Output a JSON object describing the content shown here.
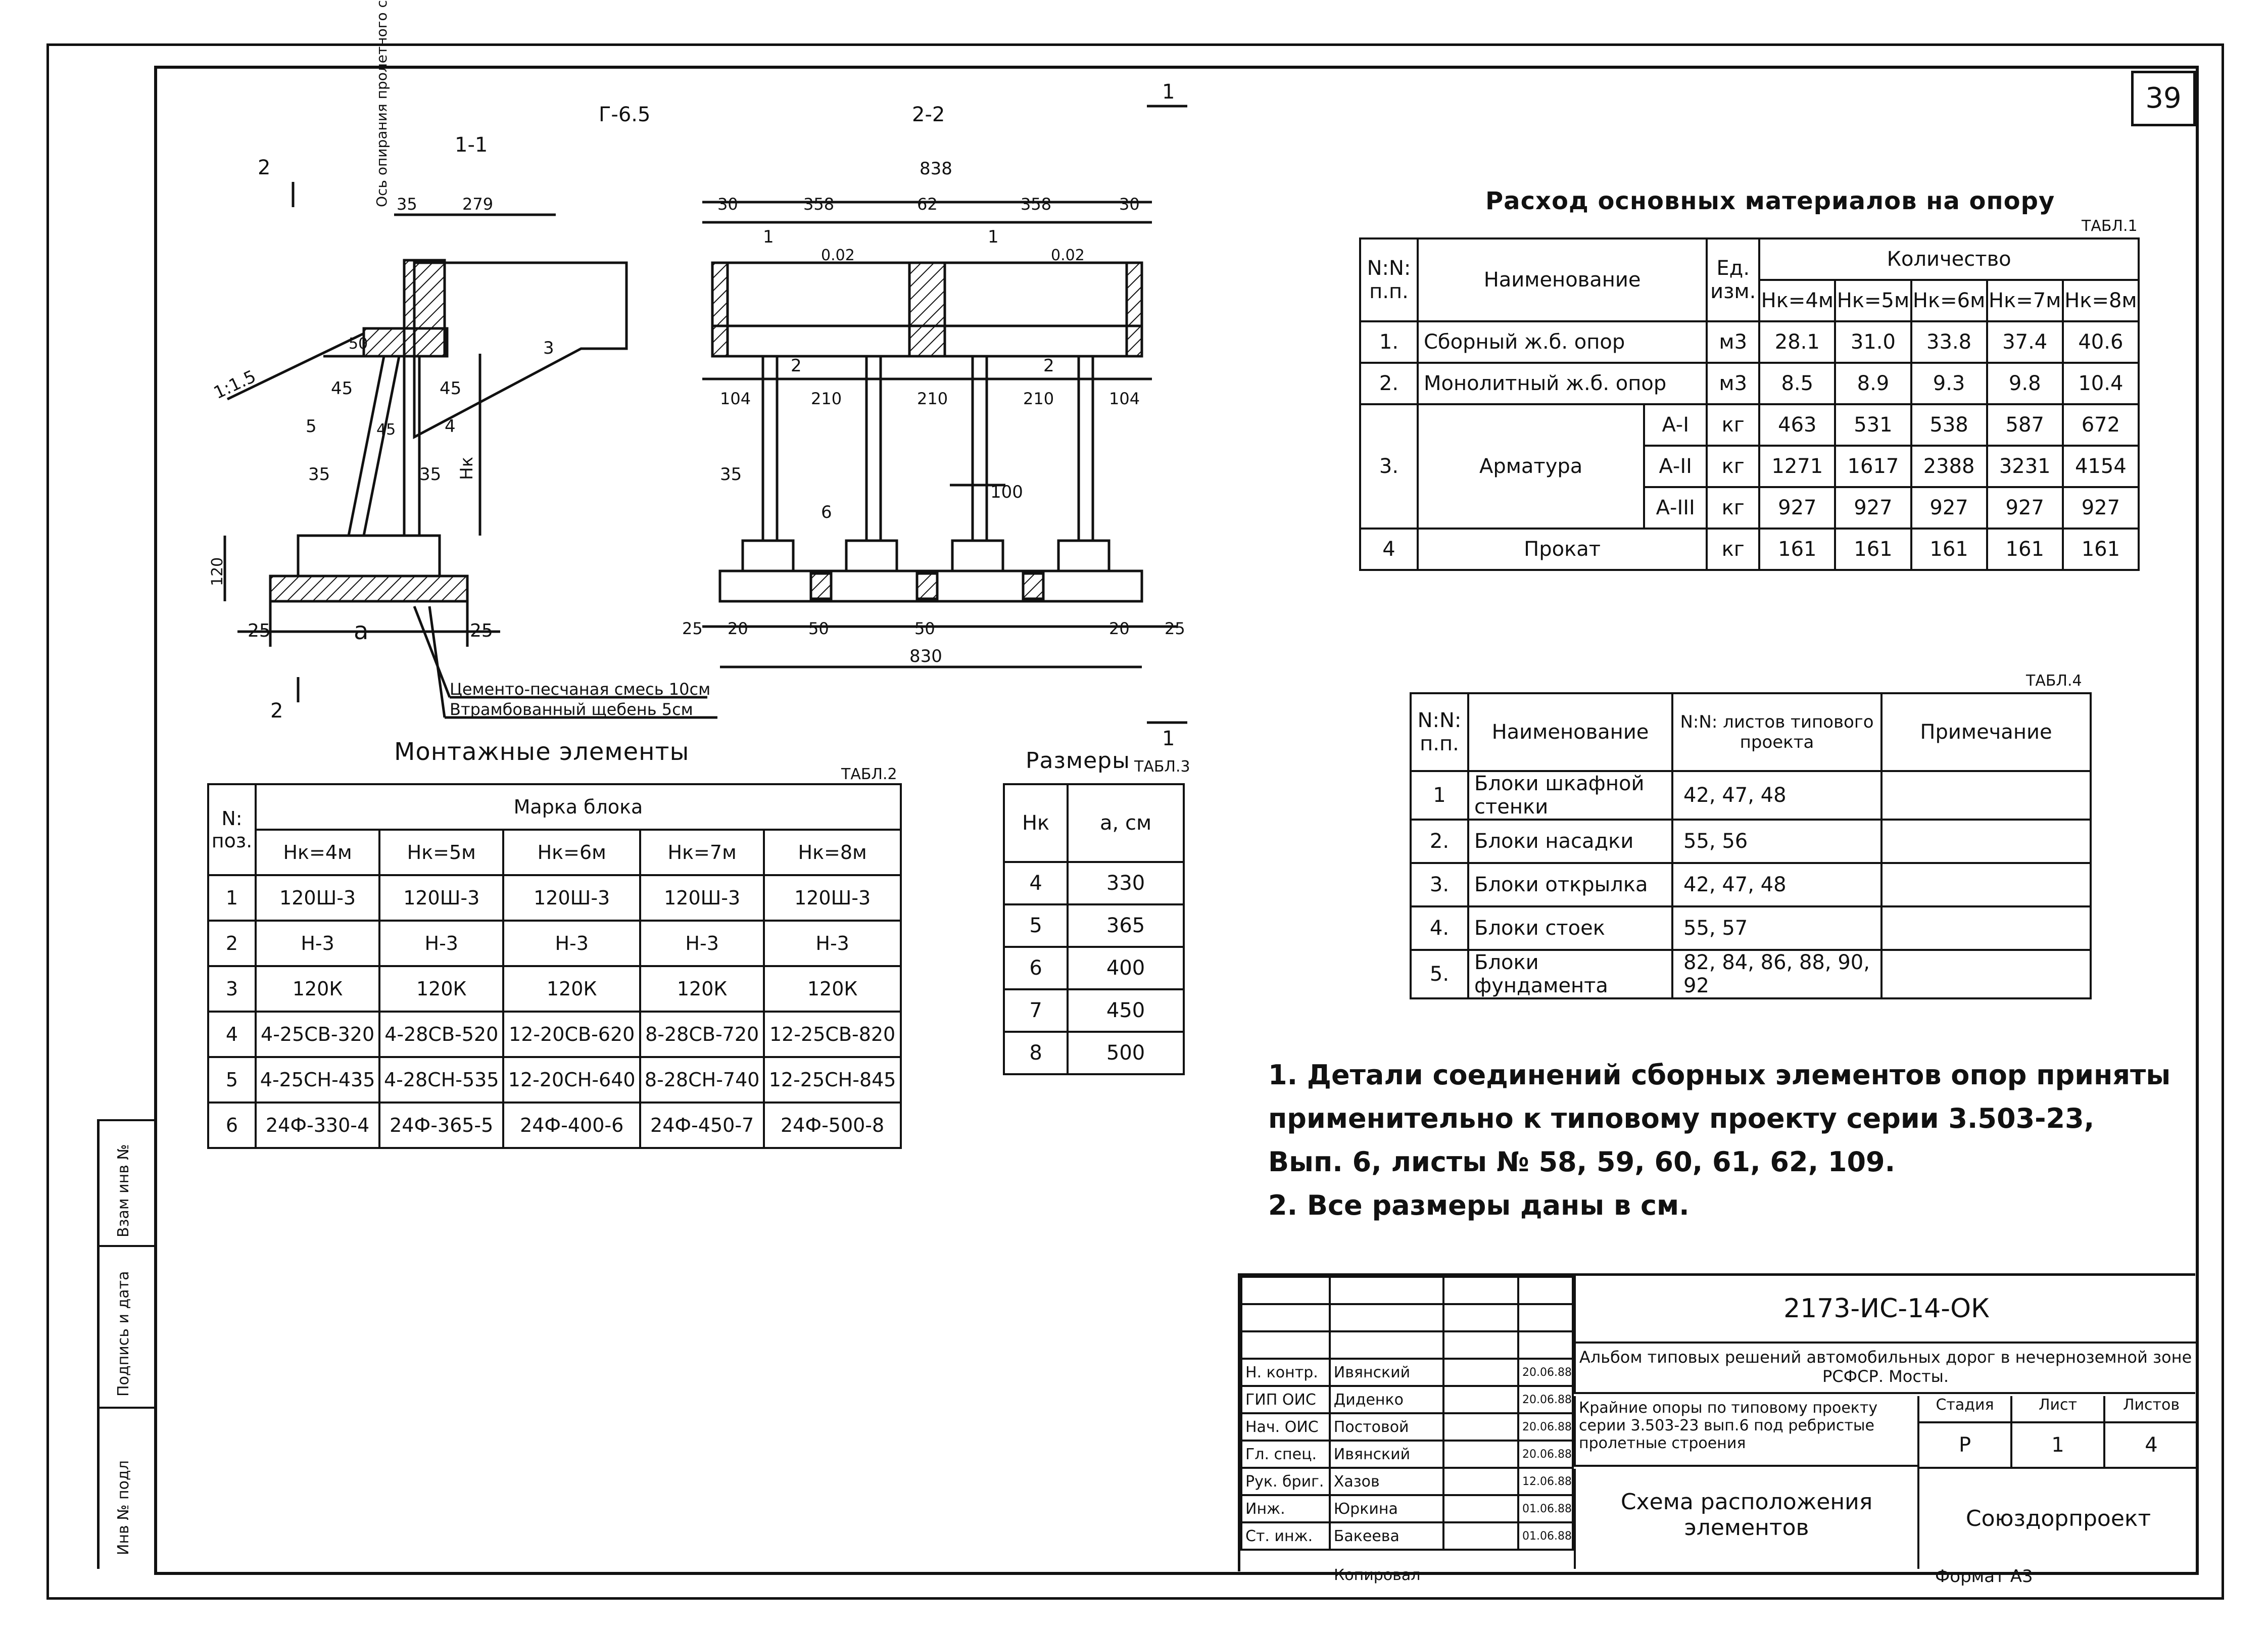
{
  "sheet": {
    "number": "39"
  },
  "drawing": {
    "section_1_1": "1-1",
    "section_g_6_5": "Г-6.5",
    "section_2_2": "2-2",
    "cut_marks": [
      "2",
      "2",
      "1",
      "1"
    ],
    "axis_label": "Ось опирания пролетного строения",
    "slope": "1:1.5",
    "dim_35": "35",
    "dim_279": "279",
    "dim_50": "50",
    "dim_45": "45",
    "dim_45b": "45",
    "dim_45c": "45",
    "dim_35b": "35",
    "dim_35c": "35",
    "dim_hk": "Hк",
    "dim_120": "120",
    "dim_25l": "25",
    "dim_a": "a",
    "dim_25r": "25",
    "label_1": "1",
    "label_3": "3",
    "label_4": "4",
    "label_5": "5",
    "leader_1": "Цементо-песчаная смесь 10см",
    "leader_2": "Втрамбованный щебень 5см",
    "overall_838": "838",
    "top_dims": [
      "30",
      "358",
      "62",
      "358",
      "30"
    ],
    "slope_l": "0.02",
    "slope_r": "0.02",
    "mid_dims": [
      "104",
      "210",
      "210",
      "210",
      "104"
    ],
    "dim_35d": "35",
    "dim_100": "100",
    "bottom_dims": [
      "25",
      "20",
      "50",
      "50",
      "20",
      "25"
    ],
    "overall_830": "830",
    "labels_2_2": [
      "1",
      "1",
      "2",
      "2",
      "6"
    ]
  },
  "table1": {
    "title": "Расход основных материалов на опору",
    "tab_label": "ТАБЛ.1",
    "head": {
      "num": "N:N: п.п.",
      "name": "Наименование",
      "unit": "Ед. изм.",
      "qty": "Количество",
      "cols": [
        "Hк=4м",
        "Hк=5м",
        "Hк=6м",
        "Hк=7м",
        "Hк=8м"
      ]
    },
    "rows": [
      {
        "n": "1.",
        "name": "Сборный ж.б. опор",
        "unit": "м3",
        "v": [
          "28.1",
          "31.0",
          "33.8",
          "37.4",
          "40.6"
        ]
      },
      {
        "n": "2.",
        "name": "Монолитный ж.б. опор",
        "unit": "м3",
        "v": [
          "8.5",
          "8.9",
          "9.3",
          "9.8",
          "10.4"
        ]
      }
    ],
    "armature": {
      "n": "3.",
      "name": "Арматура",
      "rows": [
        {
          "cls": "А-I",
          "unit": "кг",
          "v": [
            "463",
            "531",
            "538",
            "587",
            "672"
          ]
        },
        {
          "cls": "А-II",
          "unit": "кг",
          "v": [
            "1271",
            "1617",
            "2388",
            "3231",
            "4154"
          ]
        },
        {
          "cls": "А-III",
          "unit": "кг",
          "v": [
            "927",
            "927",
            "927",
            "927",
            "927"
          ]
        }
      ]
    },
    "last": {
      "n": "4",
      "name": "Прокат",
      "unit": "кг",
      "v": [
        "161",
        "161",
        "161",
        "161",
        "161"
      ]
    }
  },
  "table2": {
    "title": "Монтажные элементы",
    "tab_label": "ТАБЛ.2",
    "head": {
      "num": "N: поз.",
      "mark": "Марка блока",
      "cols": [
        "Hк=4м",
        "Hк=5м",
        "Hк=6м",
        "Hк=7м",
        "Hк=8м"
      ]
    },
    "rows": [
      {
        "n": "1",
        "v": [
          "120Ш-3",
          "120Ш-3",
          "120Ш-3",
          "120Ш-3",
          "120Ш-3"
        ]
      },
      {
        "n": "2",
        "v": [
          "Н-3",
          "Н-3",
          "Н-3",
          "Н-3",
          "Н-3"
        ]
      },
      {
        "n": "3",
        "v": [
          "120К",
          "120К",
          "120К",
          "120К",
          "120К"
        ]
      },
      {
        "n": "4",
        "v": [
          "4-25СВ-320",
          "4-28СВ-520",
          "12-20СВ-620",
          "8-28СВ-720",
          "12-25СВ-820"
        ]
      },
      {
        "n": "5",
        "v": [
          "4-25СН-435",
          "4-28СН-535",
          "12-20СН-640",
          "8-28СН-740",
          "12-25СН-845"
        ]
      },
      {
        "n": "6",
        "v": [
          "24Ф-330-4",
          "24Ф-365-5",
          "24Ф-400-6",
          "24Ф-450-7",
          "24Ф-500-8"
        ]
      }
    ]
  },
  "table3": {
    "title": "Размеры",
    "tab_label": "ТАБЛ.3",
    "head": [
      "Hк",
      "a, см"
    ],
    "rows": [
      [
        "4",
        "330"
      ],
      [
        "5",
        "365"
      ],
      [
        "6",
        "400"
      ],
      [
        "7",
        "450"
      ],
      [
        "8",
        "500"
      ]
    ]
  },
  "table4": {
    "tab_label": "ТАБЛ.4",
    "head": [
      "N:N: п.п.",
      "Наименование",
      "N:N: листов типового проекта",
      "Примечание"
    ],
    "rows": [
      [
        "1",
        "Блоки шкафной стенки",
        "42, 47, 48",
        ""
      ],
      [
        "2.",
        "Блоки насадки",
        "55, 56",
        ""
      ],
      [
        "3.",
        "Блоки открылка",
        "42, 47, 48",
        ""
      ],
      [
        "4.",
        "Блоки стоек",
        "55, 57",
        ""
      ],
      [
        "5.",
        "Блоки фундамента",
        "82, 84, 86, 88, 90, 92",
        ""
      ]
    ]
  },
  "notes": [
    "1. Детали соединений сборных элементов опор приняты применительно к типовому проекту серии 3.503-23, Вып. 6, листы № 58, 59, 60, 61, 62, 109.",
    "2. Все размеры даны в см."
  ],
  "title_block": {
    "code": "2173-ИС-14-ОК",
    "album": "Альбом типовых решений автомобильных дорог в нечерноземной зоне РСФСР. Мосты.",
    "desc": "Крайние опоры по типовому проекту серии 3.503-23 вып.6 под ребристые пролетные строения",
    "stage_h": "Стадия",
    "sheet_h": "Лист",
    "sheets_h": "Листов",
    "stage": "Р",
    "sheet": "1",
    "sheets": "4",
    "drawing_name": "Схема расположения элементов",
    "org": "Союздорпроект",
    "people": [
      {
        "role": "Н. контр.",
        "name": "Ивянский",
        "date": "20.06.88"
      },
      {
        "role": "ГИП ОИС",
        "name": "Диденко",
        "date": "20.06.88"
      },
      {
        "role": "Нач. ОИС",
        "name": "Постовой",
        "date": "20.06.88"
      },
      {
        "role": "Гл. спец.",
        "name": "Ивянский",
        "date": "20.06.88"
      },
      {
        "role": "Рук. бриг.",
        "name": "Хазов",
        "date": "12.06.88"
      },
      {
        "role": "Инж.",
        "name": "Юркина",
        "date": "01.06.88"
      },
      {
        "role": "Ст. инж.",
        "name": "Бакеева",
        "date": "01.06.88"
      }
    ],
    "copied": "Копировал",
    "format": "Формат А3"
  },
  "left_strip": [
    "Взам инв №",
    "Подпись и дата",
    "Инв № подл"
  ]
}
